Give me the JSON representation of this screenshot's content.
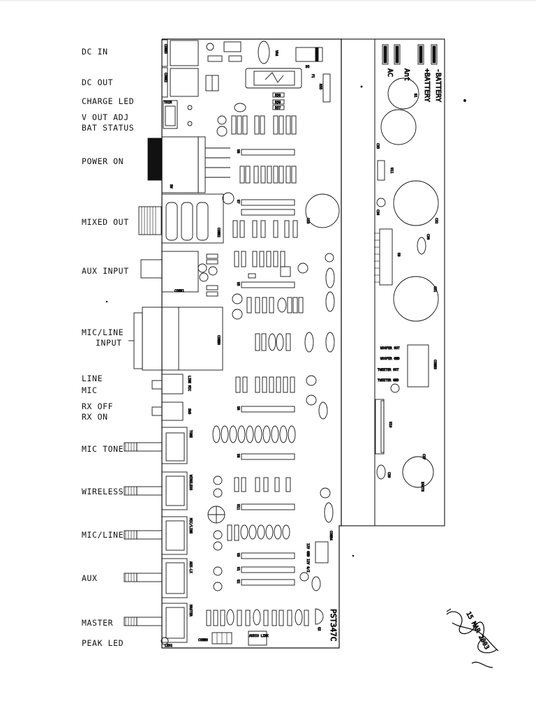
{
  "side_labels": [
    {
      "text": "DC IN"
    },
    {
      "text": "DC OUT"
    },
    {
      "text": "CHARGE LED"
    },
    {
      "text": "V OUT ADJ"
    },
    {
      "text": "BAT STATUS"
    },
    {
      "text": "POWER ON"
    },
    {
      "text": "MIXED OUT"
    },
    {
      "text": "AUX INPUT"
    },
    {
      "text": "MIC/LINE"
    },
    {
      "text": "INPUT"
    },
    {
      "text": "LINE"
    },
    {
      "text": "MIC"
    },
    {
      "text": "RX OFF"
    },
    {
      "text": "RX ON"
    },
    {
      "text": "MIC TONE"
    },
    {
      "text": "WIRELESS"
    },
    {
      "text": "MIC/LINE"
    },
    {
      "text": "AUX"
    },
    {
      "text": "MASTER"
    },
    {
      "text": "PEAK LED"
    }
  ],
  "board": {
    "model": "PST347C",
    "top_labels": {
      "conn_dc": "CONN3",
      "conn_out": "CONN2",
      "conn_aux": "CONN1",
      "conn_mic": "CONN8",
      "conn_bottom": "CONN9",
      "sw": "SW",
      "reg": "VR4",
      "trim": "TRIM",
      "fuse": "F1",
      "r55": "R55",
      "d5": "D5",
      "r56": "R56",
      "r59": "R59",
      "r57": "R57",
      "q2": "Q2",
      "c18": "C18"
    },
    "pot_labels": {
      "tone": "TONE",
      "wireless": "WIRELESS",
      "micline": "MIC/LINE",
      "aux": "AUX-LX",
      "master": "MASTER",
      "sw_line_mic": "LINE  MIC",
      "sw_rx": "SW3"
    },
    "chips": [
      "U8",
      "U7",
      "U6",
      "U5",
      "U4",
      "U3",
      "U2",
      "U1",
      "U9",
      "U10",
      "U11",
      "U12",
      "U13"
    ],
    "bottom_labels": {
      "conn4": "CONN4",
      "audio_link": "AUDIO LINK",
      "pins": "12V  GND  12V  G/Z",
      "led2": "LED2"
    }
  },
  "right_board": {
    "top_labels": [
      "AC",
      "+BATTERY",
      "-BATTERY"
    ],
    "ac_label": "AC",
    "plus_batt": "+BATTERY",
    "minus_batt": "-BATTERY",
    "outputs": [
      "WOOFER OUT",
      "WOOFER GND",
      "TWEETER OUT",
      "TWEETER GND"
    ],
    "conn": "CONN3",
    "parts": {
      "b1": "B1",
      "c35": "C35",
      "u11": "U11",
      "c32": "C32",
      "c36": "C36",
      "c30": "C30",
      "u9": "U9",
      "c31": "C31",
      "c37": "C37",
      "c39": "C39",
      "earth": "EARTH",
      "u10": "U10"
    }
  },
  "stamp": {
    "date": "15 MAR 2003"
  }
}
